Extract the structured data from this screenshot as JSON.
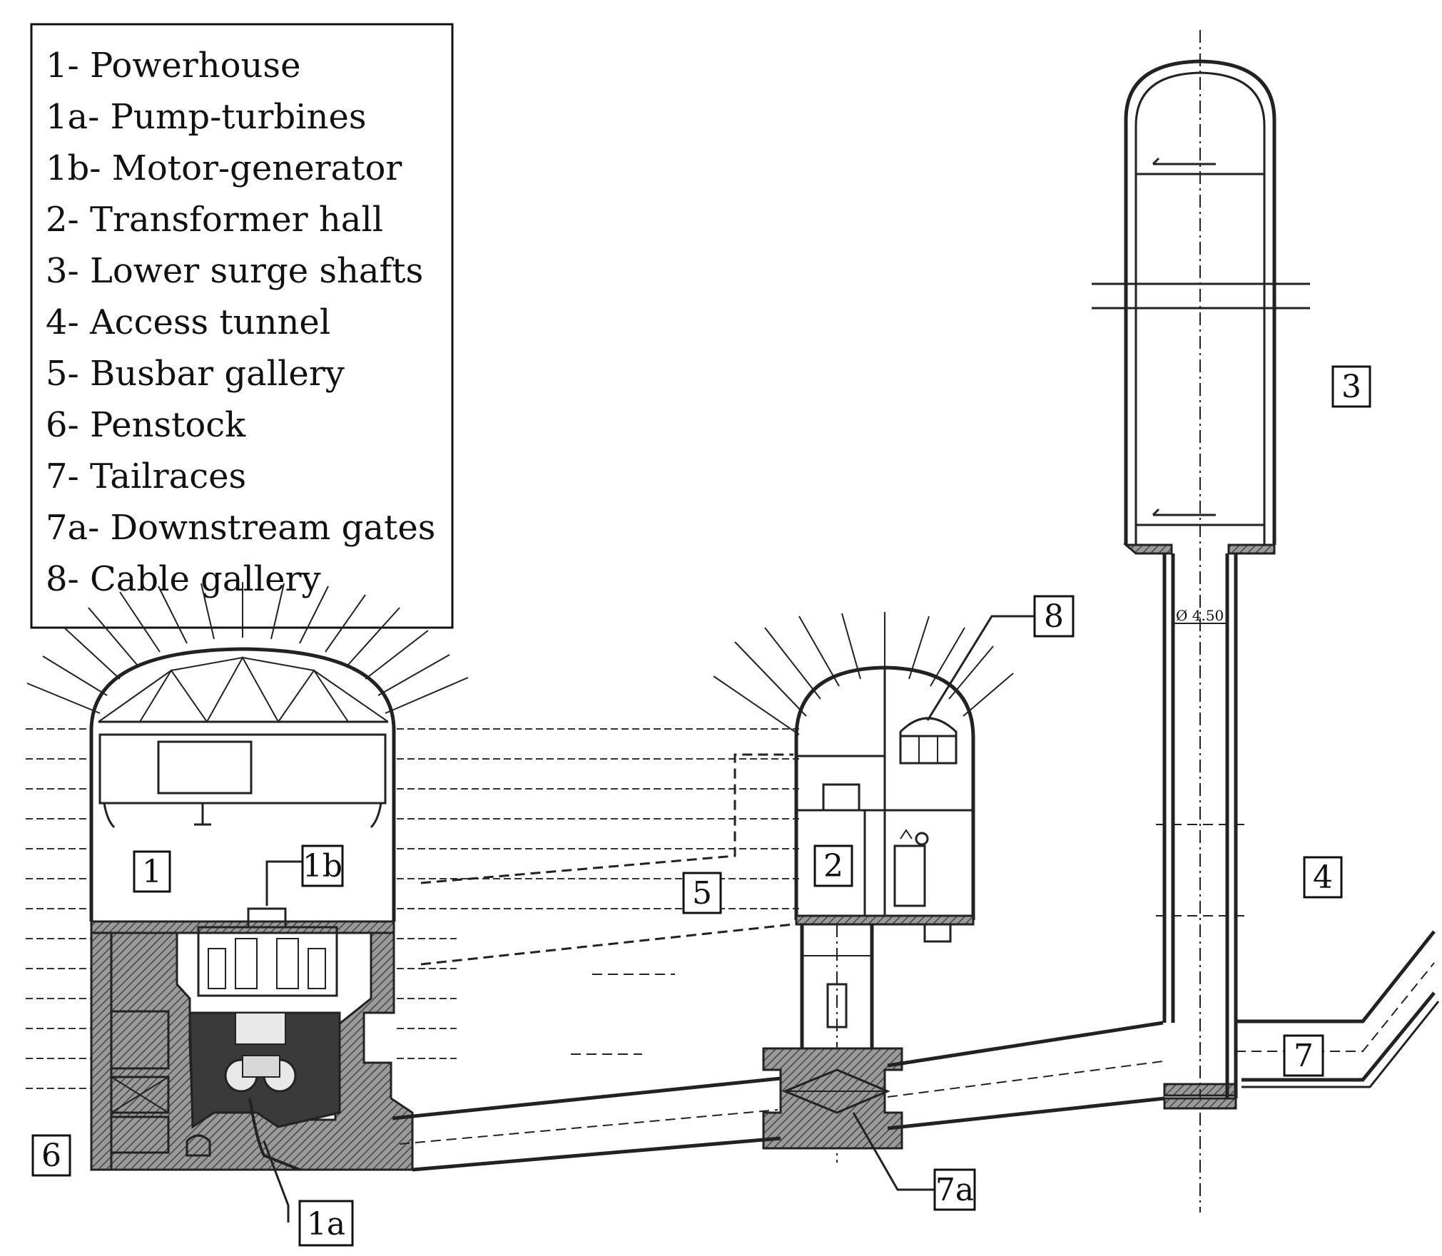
{
  "legend": {
    "items": [
      "1- Powerhouse",
      "1a- Pump-turbines",
      "1b- Motor-generator",
      "2- Transformer hall",
      "3- Lower surge shafts",
      "4- Access tunnel",
      "5- Busbar gallery",
      "6- Penstock",
      "7- Tailraces",
      "7a- Downstream gates",
      "8- Cable gallery"
    ]
  },
  "labels": {
    "l1": "1",
    "l1a": "1a",
    "l1b": "1b",
    "l2": "2",
    "l3": "3",
    "l4": "4",
    "l5": "5",
    "l6": "6",
    "l7": "7",
    "l7a": "7a",
    "l8": "8"
  },
  "dimension": "Ø 4.50"
}
